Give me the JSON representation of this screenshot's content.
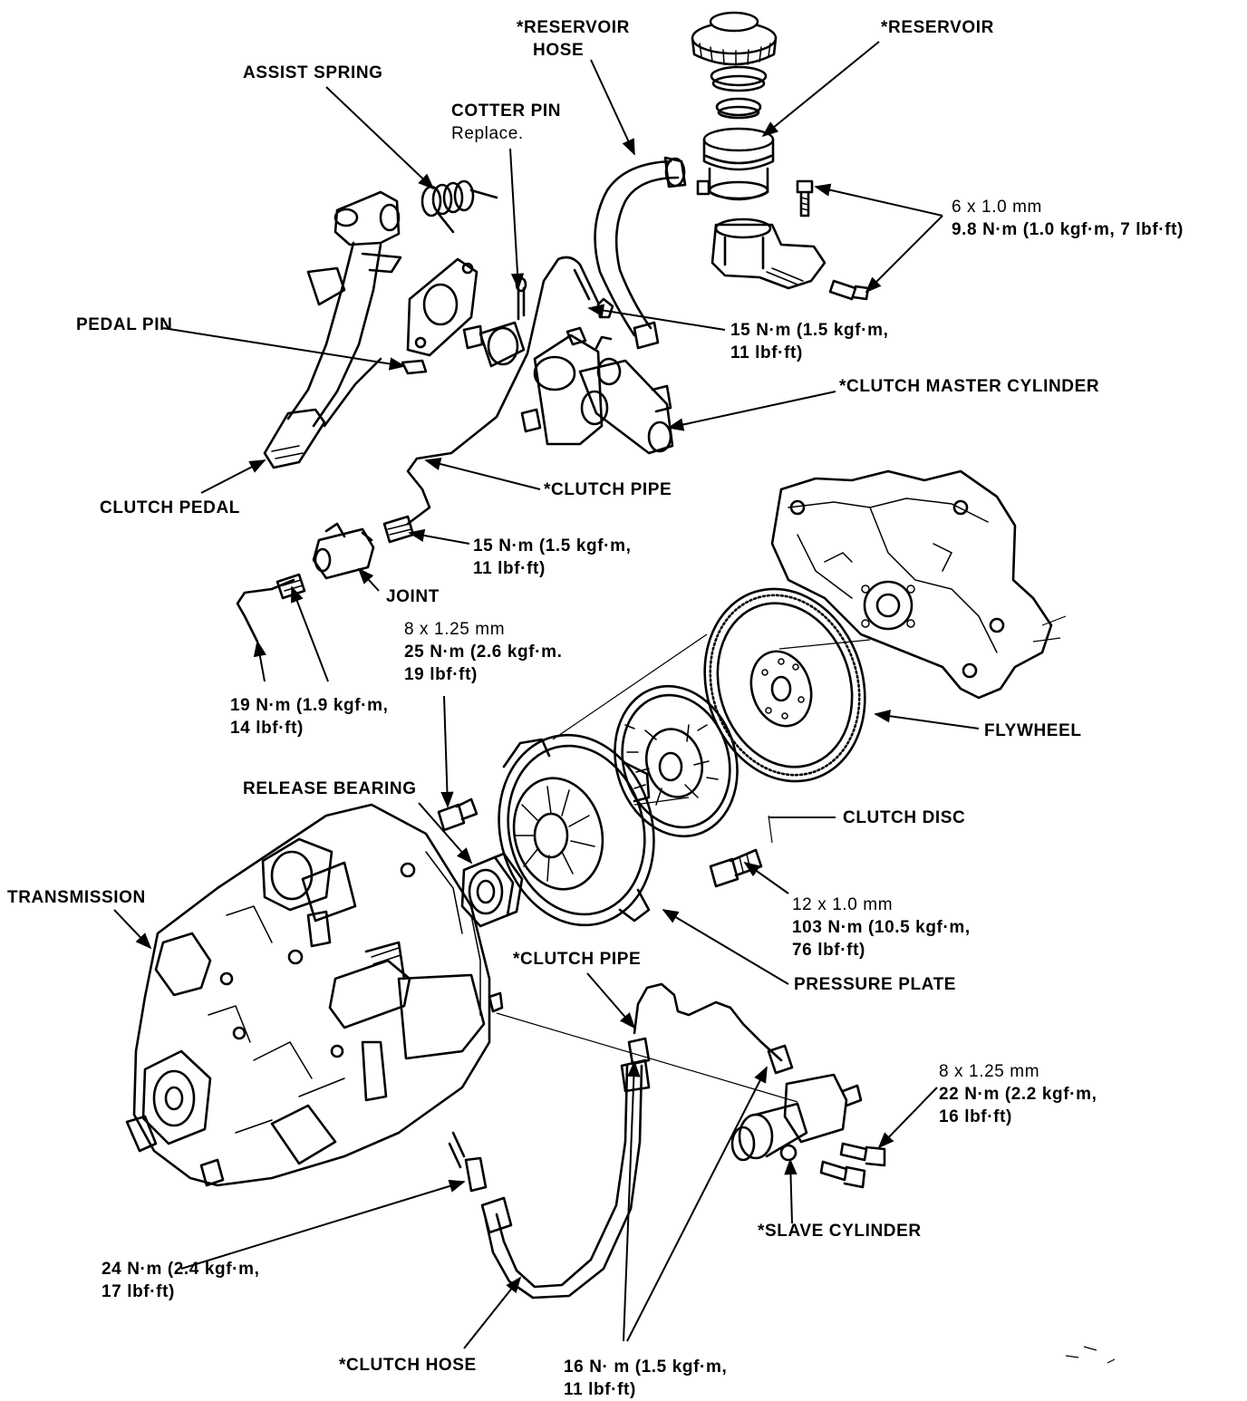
{
  "labels": {
    "reservoir_hose": {
      "line1": "*RESERVOIR",
      "line2": "HOSE"
    },
    "reservoir": "*RESERVOIR",
    "assist_spring": "ASSIST SPRING",
    "cotter_pin": {
      "line1": "COTTER PIN",
      "line2": "Replace."
    },
    "reservoir_bolt_spec": {
      "line1": "6 x 1.0 mm",
      "line2": "9.8 N·m (1.0 kgf·m, 7 lbf·ft)"
    },
    "pedal_pin": "PEDAL PIN",
    "master_pipe_torque": {
      "line1": "15 N·m (1.5 kgf·m,",
      "line2": "11 lbf·ft)"
    },
    "clutch_master_cylinder": "*CLUTCH MASTER CYLINDER",
    "clutch_pedal": "CLUTCH PEDAL",
    "clutch_pipe_upper": "*CLUTCH PIPE",
    "joint_torque": {
      "line1": "15 N·m (1.5 kgf·m,",
      "line2": "11 lbf·ft)"
    },
    "joint": "JOINT",
    "pressure_plate_bolt_spec": {
      "line1": "8 x 1.25 mm",
      "line2": "25 N·m (2.6 kgf·m.",
      "line3": "19 lbf·ft)"
    },
    "hose_joint_torque": {
      "line1": "19 N·m (1.9 kgf·m,",
      "line2": "14 lbf·ft)"
    },
    "flywheel": "FLYWHEEL",
    "release_bearing": "RELEASE BEARING",
    "clutch_disc": "CLUTCH DISC",
    "transmission": "TRANSMISSION",
    "flywheel_bolt_spec": {
      "line1": "12 x 1.0 mm",
      "line2": "103 N·m (10.5 kgf·m,",
      "line3": "76 lbf·ft)"
    },
    "clutch_pipe_lower": "*CLUTCH PIPE",
    "pressure_plate": "PRESSURE PLATE",
    "slave_bolt_spec": {
      "line1": "8 x 1.25 mm",
      "line2": "22 N·m (2.2 kgf·m,",
      "line3": "16 lbf·ft)"
    },
    "slave_cylinder": "*SLAVE CYLINDER",
    "hose_torque": {
      "line1": "24 N·m (2.4 kgf·m,",
      "line2": "17 lbf·ft)"
    },
    "clutch_hose": "*CLUTCH HOSE",
    "slave_pipe_torque": {
      "line1": "16 N· m (1.5 kgf·m,",
      "line2": "11 lbf·ft)"
    }
  }
}
